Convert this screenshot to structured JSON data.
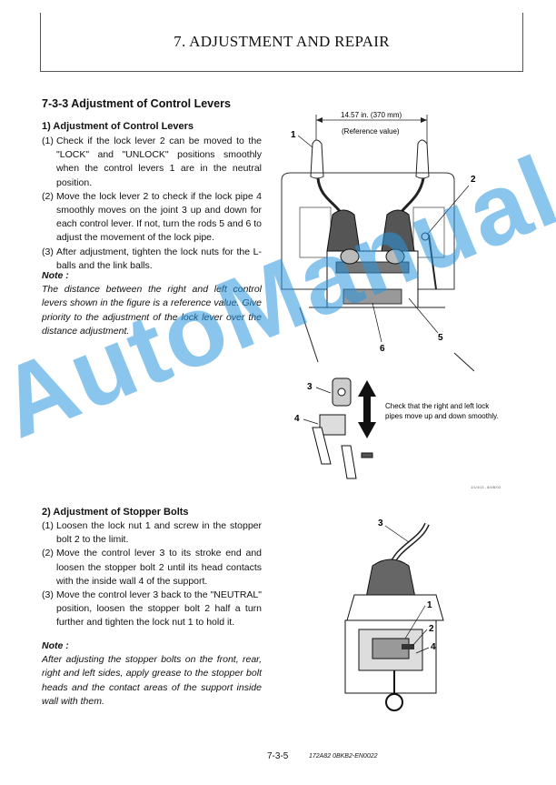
{
  "header": {
    "title": "7. ADJUSTMENT AND REPAIR"
  },
  "section": {
    "title": "7-3-3  Adjustment of Control Levers"
  },
  "part1": {
    "title": "1)  Adjustment of Control Levers",
    "steps": [
      {
        "num": "(1)",
        "text": "Check if the lock lever 2 can be moved to the \"LOCK\" and \"UNLOCK\" positions smoothly when the control levers 1 are in the neutral position."
      },
      {
        "num": "(2)",
        "text": "Move the lock lever 2 to check if the lock pipe 4 smoothly moves on the joint 3 up and down for each control lever. If not, turn the rods 5 and 6 to adjust the movement of the lock pipe."
      },
      {
        "num": "(3)",
        "text": "After adjustment, tighten the lock nuts for the L-balls and the link balls."
      }
    ],
    "note_label": "Note :",
    "note_text": "The distance between the right and left control levers shown in the figure is a reference value. Give priority to the adjustment of the lock lever over the distance adjustment."
  },
  "figure1": {
    "dimension": "14.57 in. (370 mm)",
    "reference": "(Reference value)",
    "callouts": [
      "1",
      "2",
      "3",
      "4",
      "5",
      "6"
    ],
    "caption_line1": "Check that the right and left lock",
    "caption_line2": "pipes move up and down smoothly.",
    "code": "1/1/4/13 - 8/4/B/03"
  },
  "part2": {
    "title": "2)  Adjustment of Stopper Bolts",
    "steps": [
      {
        "num": "(1)",
        "text": "Loosen the lock nut 1 and screw in the stopper bolt 2 to the limit."
      },
      {
        "num": "(2)",
        "text": "Move the control lever 3 to its stroke end and loosen the stopper bolt 2 until its head contacts with the inside wall 4 of the support."
      },
      {
        "num": "(3)",
        "text": "Move the control lever 3 back to the \"NEUTRAL\" position, loosen the stopper bolt 2 half a turn further and tighten the lock nut 1 to hold it."
      }
    ],
    "note_label": "Note :",
    "note_text": "After adjusting the stopper bolts on the front, rear, right and left sides, apply grease to the stopper bolt heads and the contact areas of the support inside wall with them."
  },
  "figure2": {
    "callouts": [
      "3",
      "1",
      "2",
      "4"
    ]
  },
  "watermark": "AutoManual",
  "footer": {
    "page": "7-3-5",
    "code": "172A82  0BKB2-EN0022"
  }
}
